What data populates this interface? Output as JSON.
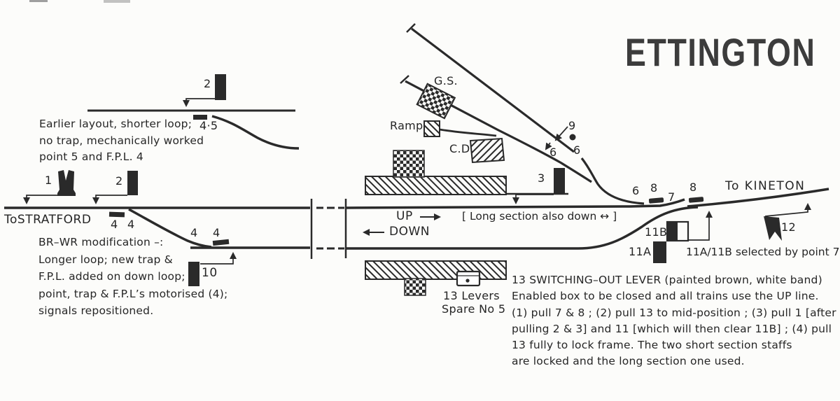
{
  "title": "ETTINGTON",
  "endpoints": {
    "left": "ToSTRATFORD",
    "right": "To KINETON"
  },
  "directions": {
    "up": "UP",
    "down": "DOWN",
    "long_section": "[ Long section also down ↔ ]"
  },
  "structures": {
    "goods_shed": "G.S.",
    "ramp": "Ramp",
    "cattle_dock": "C.D.",
    "signal_box_line1": "13 Levers",
    "signal_box_line2": "Spare No 5"
  },
  "signals": {
    "s1": "1",
    "s2": "2",
    "s2_early": "2",
    "s3": "3",
    "disc9": "9",
    "s10": "10",
    "s11a": "11A",
    "s11b": "11B",
    "s12": "12"
  },
  "points": {
    "p45": "4·5",
    "p4_main_a": "4",
    "p4_main_b": "4",
    "p4_loop_a": "4",
    "p4_loop_b": "4",
    "p6_a": "6",
    "p6_b": "6",
    "p6_c": "6",
    "p7": "7",
    "p8_a": "8",
    "p8_b": "8"
  },
  "annotations": {
    "selected": "11A/11B selected by point 7",
    "earlier": [
      "Earlier  layout, shorter  loop;",
      "no trap, mechanically  worked",
      "point 5  and   F.P.L. 4"
    ],
    "br_wr": [
      "BR–WR  modification –:",
      "Longer  loop; new  trap &",
      "F.P.L. added  on  down  loop;",
      "point, trap & F.P.L’s  motorised (4);",
      "signals  repositioned."
    ],
    "switching_out": [
      "13  SWITCHING–OUT  LEVER (painted  brown, white band)",
      "Enabled  box  to  be closed  and  all  trains  use the UP line.",
      "(1) pull  7 & 8 ; (2) pull  13 to mid-position ; (3) pull  1  [after",
      "pulling 2 & 3]  and  11 [which  will  then  clear 11B] ; (4) pull",
      "13 fully  to  lock  frame.  The  two  short  section  staffs",
      "are  locked  and  the  long  section  one  used."
    ]
  },
  "colors": {
    "ink": "#2a2a2a",
    "paper": "#fcfcfa",
    "title_ink": "#3c3c3c"
  }
}
